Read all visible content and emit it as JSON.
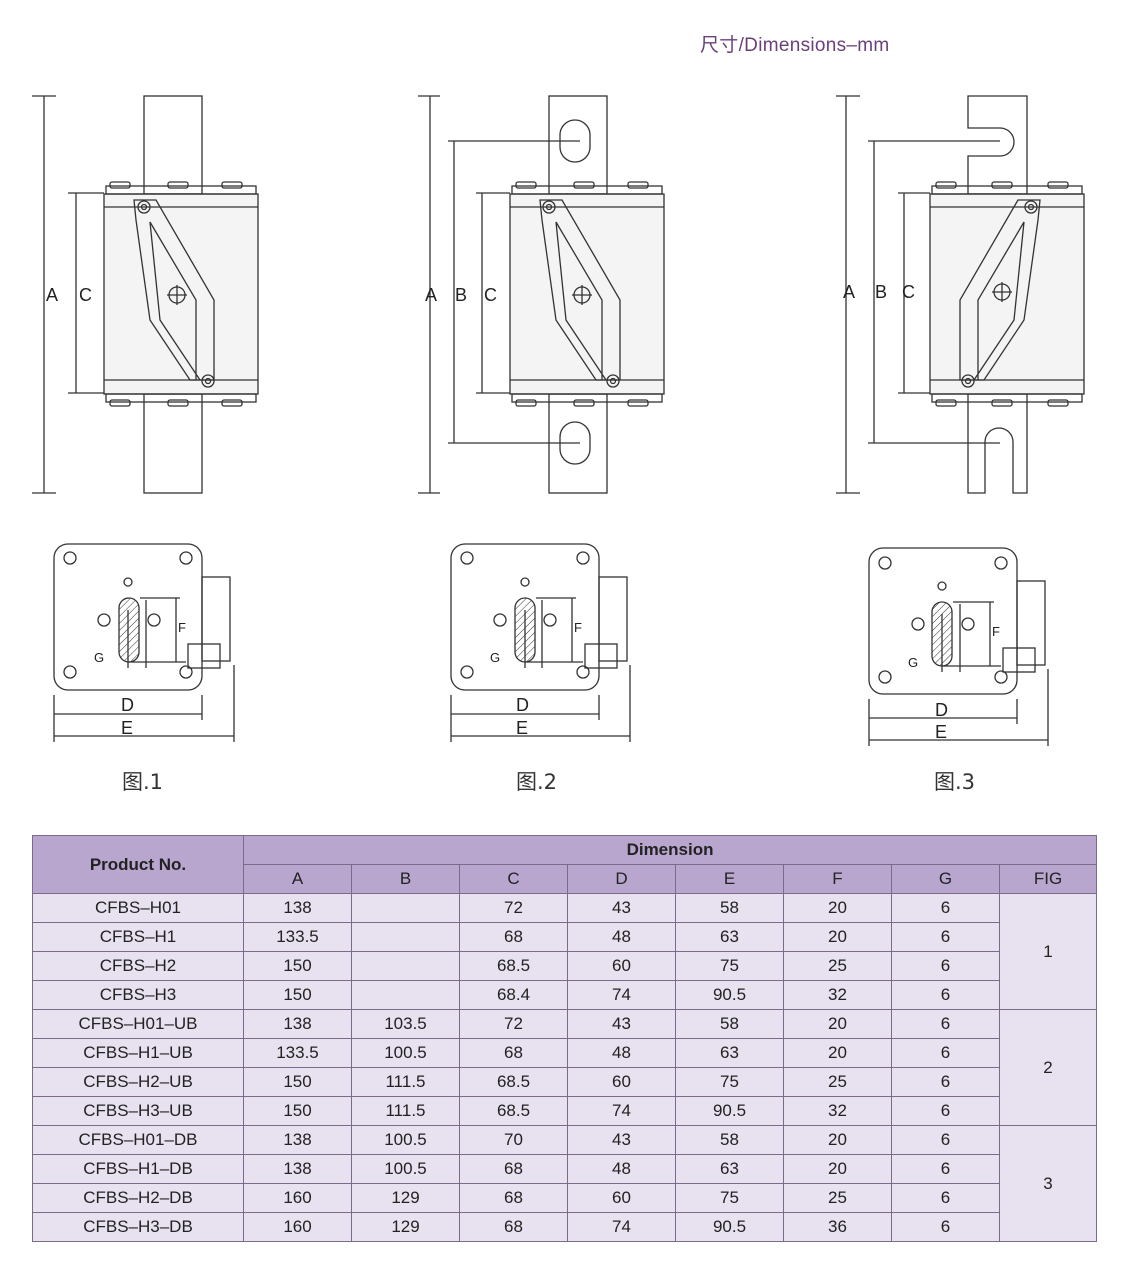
{
  "header": {
    "title": "尺寸/Dimensions–mm"
  },
  "figures": [
    {
      "caption": "图.1",
      "labels": [
        "A",
        "C"
      ]
    },
    {
      "caption": "图.2",
      "labels": [
        "A",
        "B",
        "C"
      ]
    },
    {
      "caption": "图.3",
      "labels": [
        "A",
        "B",
        "C"
      ]
    }
  ],
  "bottom_labels": {
    "d": "D",
    "e": "E",
    "f": "F",
    "g": "G"
  },
  "table": {
    "product_header": "Product No.",
    "dimension_header": "Dimension",
    "columns": [
      "A",
      "B",
      "C",
      "D",
      "E",
      "F",
      "G",
      "FIG"
    ],
    "rows": [
      [
        "CFBS–H01",
        "138",
        "",
        "72",
        "43",
        "58",
        "20",
        "6"
      ],
      [
        "CFBS–H1",
        "133.5",
        "",
        "68",
        "48",
        "63",
        "20",
        "6"
      ],
      [
        "CFBS–H2",
        "150",
        "",
        "68.5",
        "60",
        "75",
        "25",
        "6"
      ],
      [
        "CFBS–H3",
        "150",
        "",
        "68.4",
        "74",
        "90.5",
        "32",
        "6"
      ],
      [
        "CFBS–H01–UB",
        "138",
        "103.5",
        "72",
        "43",
        "58",
        "20",
        "6"
      ],
      [
        "CFBS–H1–UB",
        "133.5",
        "100.5",
        "68",
        "48",
        "63",
        "20",
        "6"
      ],
      [
        "CFBS–H2–UB",
        "150",
        "111.5",
        "68.5",
        "60",
        "75",
        "25",
        "6"
      ],
      [
        "CFBS–H3–UB",
        "150",
        "111.5",
        "68.5",
        "74",
        "90.5",
        "32",
        "6"
      ],
      [
        "CFBS–H01–DB",
        "138",
        "100.5",
        "70",
        "43",
        "58",
        "20",
        "6"
      ],
      [
        "CFBS–H1–DB",
        "138",
        "100.5",
        "68",
        "48",
        "63",
        "20",
        "6"
      ],
      [
        "CFBS–H2–DB",
        "160",
        "129",
        "68",
        "60",
        "75",
        "25",
        "6"
      ],
      [
        "CFBS–H3–DB",
        "160",
        "129",
        "68",
        "74",
        "90.5",
        "36",
        "6"
      ]
    ],
    "fig_groups": [
      "1",
      "2",
      "3"
    ]
  }
}
